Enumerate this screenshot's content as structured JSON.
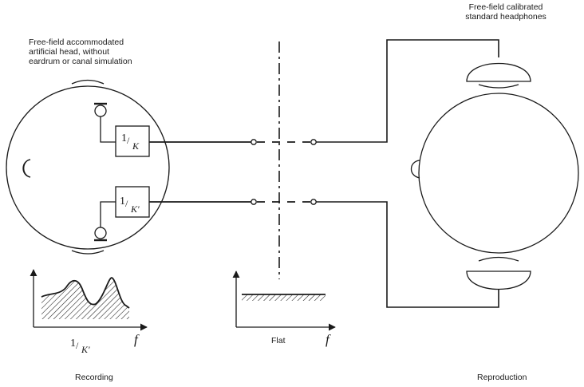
{
  "labels": {
    "artificial_head": [
      "Free-field accommodated",
      "artificial head, without",
      "eardrum or canal simulation"
    ],
    "headphones": [
      "Free-field calibrated",
      "standard headphones"
    ],
    "recording": "Recording",
    "reproduction": "Reproduction",
    "flat": "Flat"
  },
  "filters": {
    "upper": {
      "num": "1",
      "den": "K"
    },
    "lower": {
      "num": "1",
      "den": "K'"
    }
  },
  "graphs": {
    "left": {
      "xlabel_num": "1",
      "xlabel_den": "K'",
      "axis_symbol": "f"
    },
    "right": {
      "axis_symbol": "f"
    }
  }
}
